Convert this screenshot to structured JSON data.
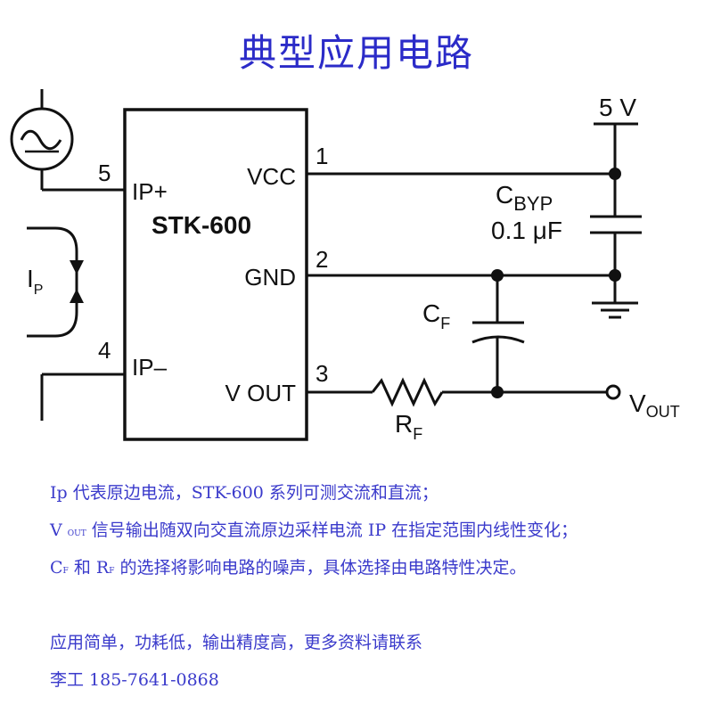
{
  "title": "典型应用电路",
  "diagram": {
    "chip_name": "STK-600",
    "pins": {
      "ip_plus": {
        "number": "5",
        "label": "IP+"
      },
      "ip_minus": {
        "number": "4",
        "label": "IP–"
      },
      "vcc": {
        "number": "1",
        "label": "VCC"
      },
      "gnd": {
        "number": "2",
        "label": "GND"
      },
      "vout": {
        "number": "3",
        "label": "V OUT"
      }
    },
    "supply_label": "5 V",
    "current_label": "I",
    "current_sub": "P",
    "cbyp_label": "C",
    "cbyp_sub": "BYP",
    "cbyp_value": "0.1 μF",
    "cf_label": "C",
    "cf_sub": "F",
    "rf_label": "R",
    "rf_sub": "F",
    "vout_label": "V",
    "vout_sub": "OUT"
  },
  "description": {
    "line1": "Ip 代表原边电流，STK-600 系列可测交流和直流；",
    "line2_a": "V",
    "line2_sub": "OUT",
    "line2_b": "信号输出随双向交直流原边采样电流 IP 在指定范围内线性变化；",
    "line3_c": "C",
    "line3_c_sub": "F",
    "line3_mid": "和 ",
    "line3_r": "R",
    "line3_r_sub": "F",
    "line3_end": "的选择将影响电路的噪声，具体选择由电路特性决定。",
    "line4": "应用简单，功耗低，输出精度高，更多资料请联系",
    "line5": "李工 185-7641-0868"
  }
}
